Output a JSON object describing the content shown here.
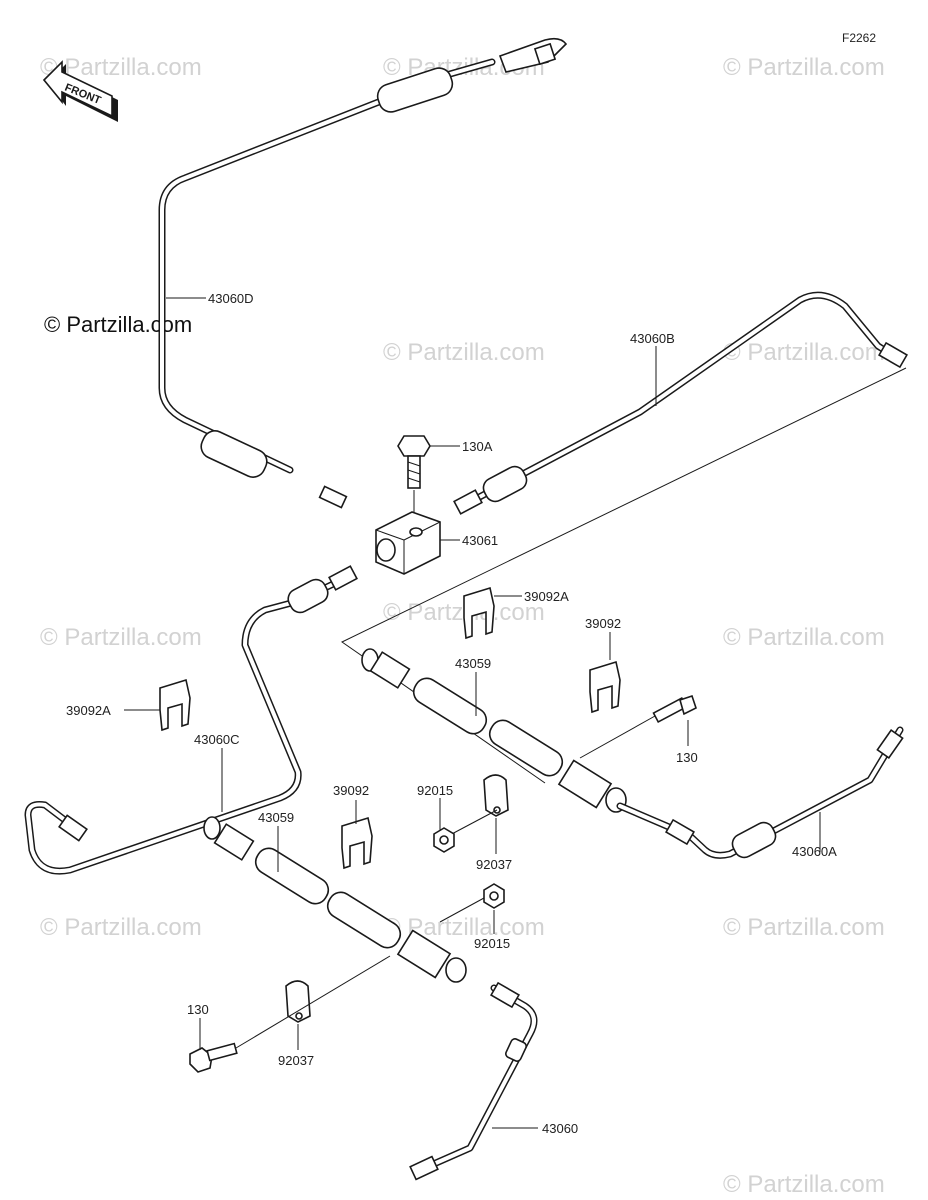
{
  "figure_code": "F2262",
  "copyright": "© Partzilla.com",
  "watermarks": [
    "© Partzilla.com",
    "© Partzilla.com",
    "© Partzilla.com",
    "© Partzilla.com",
    "© Partzilla.com",
    "© Partzilla.com",
    "© Partzilla.com",
    "© Partzilla.com",
    "© Partzilla.com",
    "© Partzilla.com",
    "© Partzilla.com",
    "© Partzilla.com"
  ],
  "front_label": "FRONT",
  "callouts": {
    "p43060D": "43060D",
    "p43060B": "43060B",
    "p130A": "130A",
    "p43061": "43061",
    "p39092A_top": "39092A",
    "p39092_top": "39092",
    "p43059_right": "43059",
    "p130_right": "130",
    "p39092A_left": "39092A",
    "p43060C": "43060C",
    "p43059_left": "43059",
    "p39092_mid": "39092",
    "p92015_mid": "92015",
    "p92037_mid": "92037",
    "p43060A": "43060A",
    "p92015_low": "92015",
    "p130_low": "130",
    "p92037_low": "92037",
    "p43060": "43060"
  }
}
